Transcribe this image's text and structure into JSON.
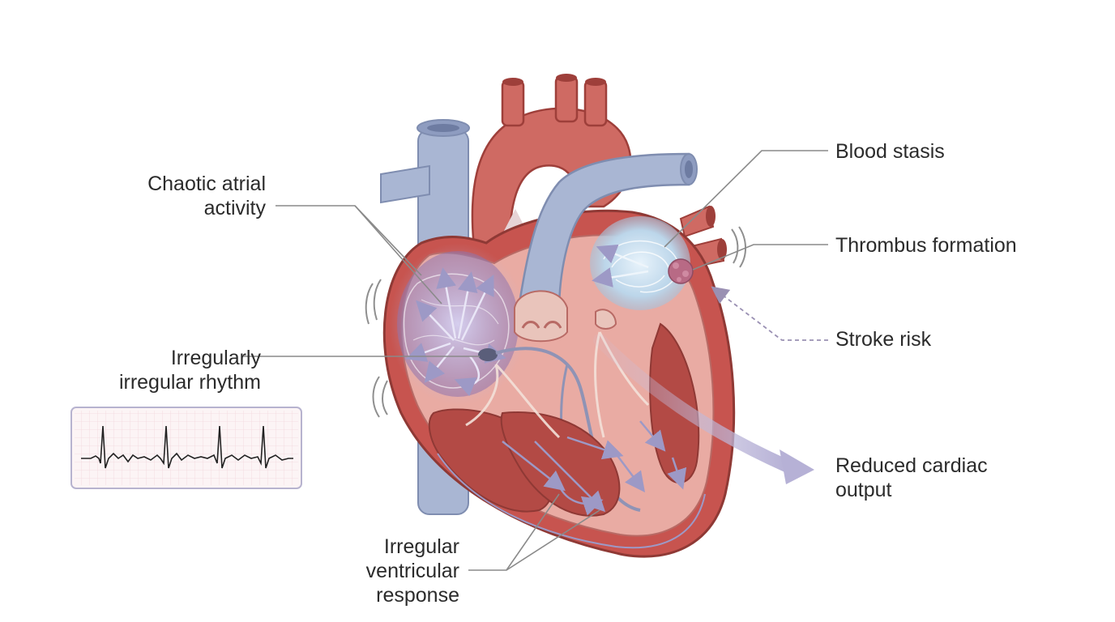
{
  "labels": {
    "chaotic_atrial_activity": [
      "Chaotic atrial",
      "activity"
    ],
    "irregularly_irregular_rhythm": [
      "Irregularly",
      "irregular rhythm"
    ],
    "irregular_ventricular_response": [
      "Irregular",
      "ventricular",
      "response"
    ],
    "blood_stasis": "Blood stasis",
    "thrombus_formation": "Thrombus formation",
    "stroke_risk": "Stroke risk",
    "reduced_cardiac_output": [
      "Reduced cardiac",
      "output"
    ]
  },
  "icons": {
    "heart": "heart-cross-section-icon",
    "ecg": "ecg-strip-icon",
    "thrombus": "thrombus-icon"
  },
  "colors": {
    "myocardium": "#c7544f",
    "inner_wall": "#e9aba3",
    "vessels_blue": "#a9b6d3",
    "arrows": "#9d99c6",
    "leader_line": "#8a8a8a",
    "stroke_arrow": "#9a90b3"
  }
}
